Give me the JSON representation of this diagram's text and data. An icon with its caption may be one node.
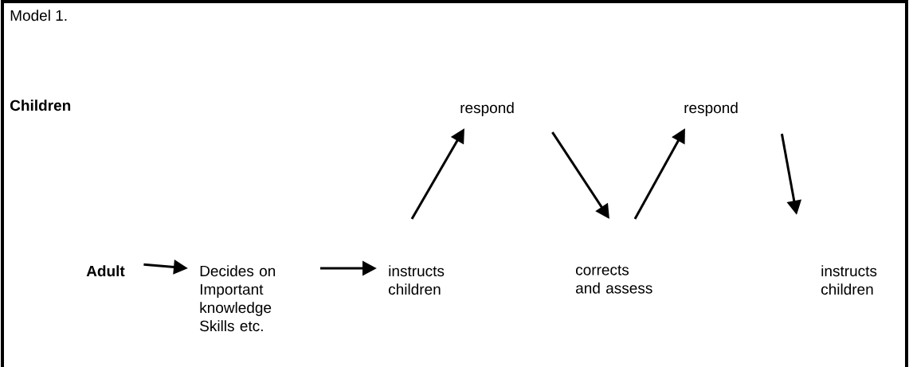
{
  "diagram": {
    "title": "Model 1.",
    "nodes": [
      {
        "text": [
          "Adult"
        ]
      },
      {
        "text": [
          "Decides on Important knowledge Skills etc."
        ]
      },
      {
        "text": [
          "instructs children"
        ]
      },
      {
        "text": [
          "respond"
        ]
      },
      {
        "text": [
          "corrects and assess"
        ]
      },
      {
        "text": [
          "respond"
        ]
      },
      {
        "text": [
          "instructs children"
        ]
      }
    ],
    "edges": [
      {
        "from": 0,
        "to": 1,
        "arrow": "to"
      },
      {
        "from": 1,
        "to": 2,
        "arrow": "to"
      },
      {
        "from": 2,
        "to": 3,
        "arrow": "to"
      },
      {
        "from": 3,
        "to": 4,
        "arrow": "to"
      },
      {
        "from": 4,
        "to": 5,
        "arrow": "to"
      },
      {
        "from": 5,
        "to": 6,
        "arrow": "to"
      }
    ],
    "labels": [
      "Children"
    ]
  }
}
